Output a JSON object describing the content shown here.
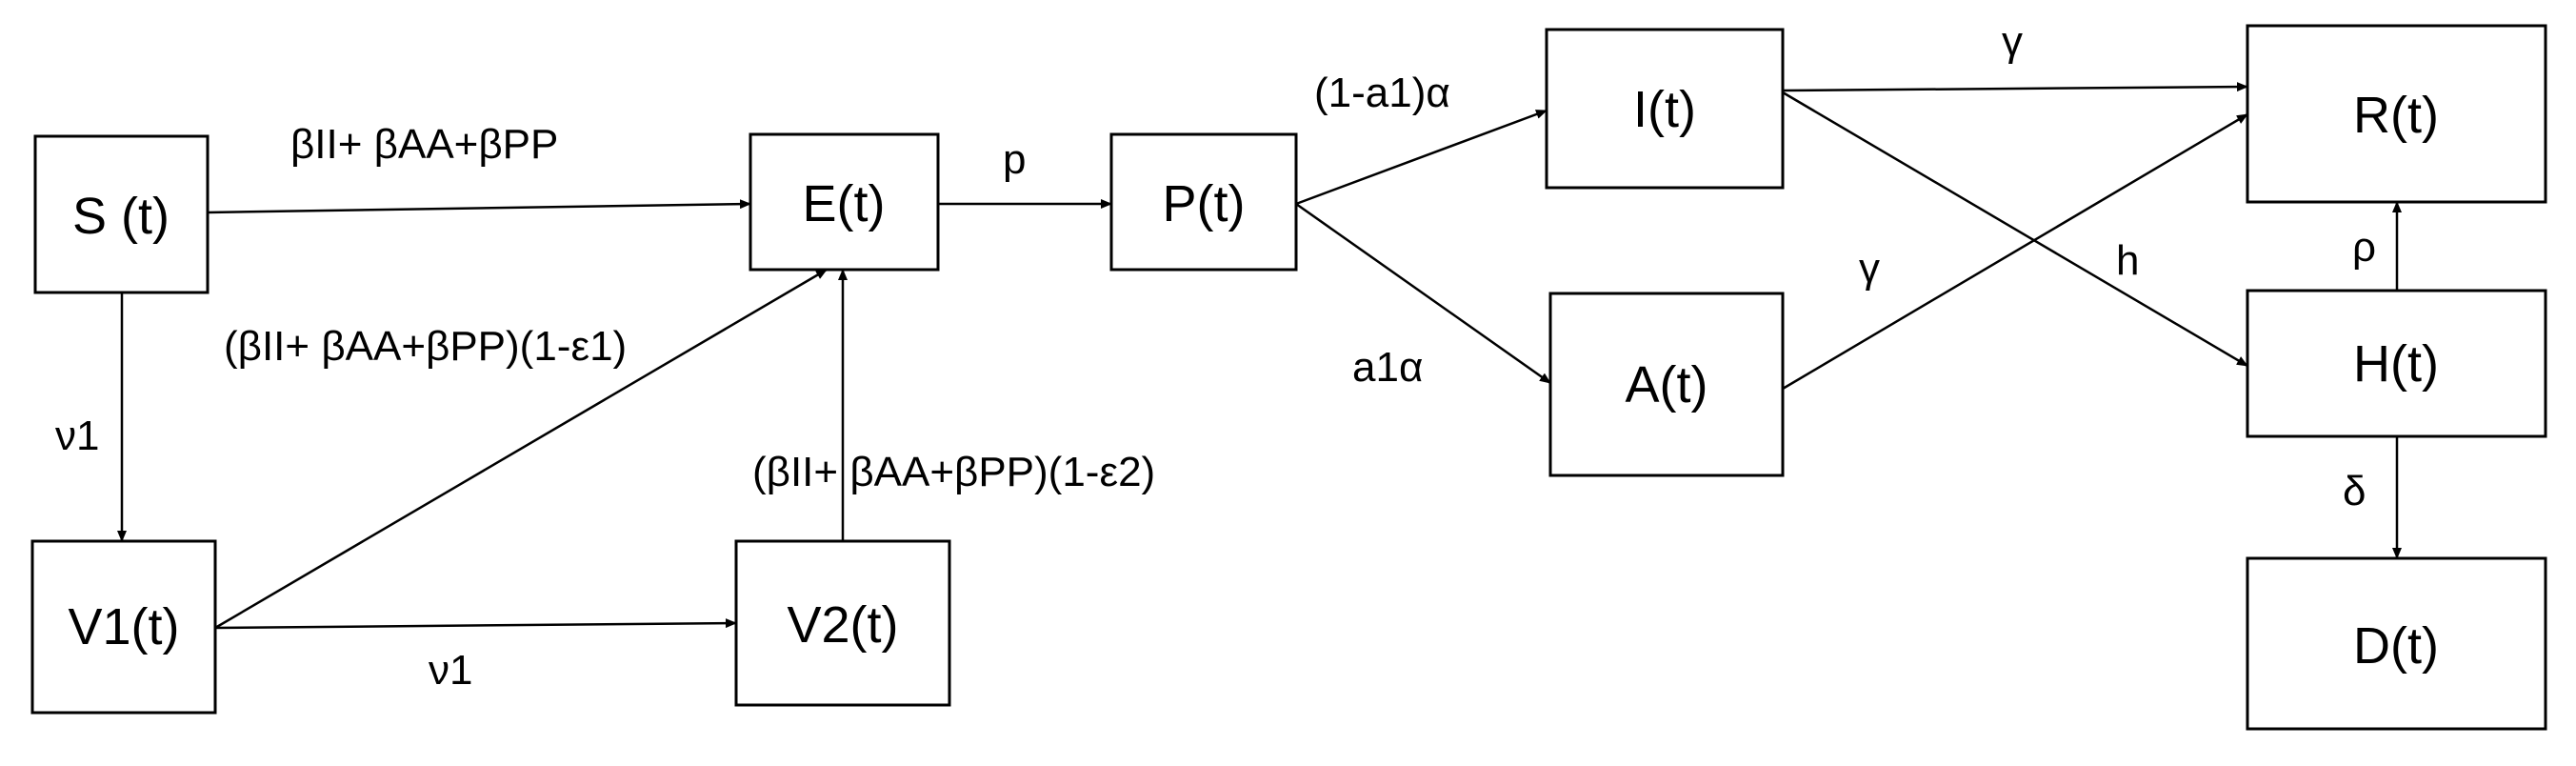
{
  "nodes": {
    "S": "S (t)",
    "E": "E(t)",
    "P": "P(t)",
    "I": "I(t)",
    "A": "A(t)",
    "R": "R(t)",
    "H": "H(t)",
    "D": "D(t)",
    "V1": "V1(t)",
    "V2": "V2(t)"
  },
  "edges": {
    "S_E": "βII+ βAA+βPP",
    "E_P": "p",
    "P_I": "(1-a1)α",
    "P_A": "a1α",
    "I_R": "γ",
    "A_R": "γ",
    "I_H": "h",
    "H_R": "ρ",
    "H_D": "δ",
    "S_V1": "ν1",
    "V1_V2": "ν1",
    "V1_E": "(βII+ βAA+βPP)(1-ε1)",
    "V2_E": "(βII+ βAA+βPP)(1-ε2)"
  }
}
